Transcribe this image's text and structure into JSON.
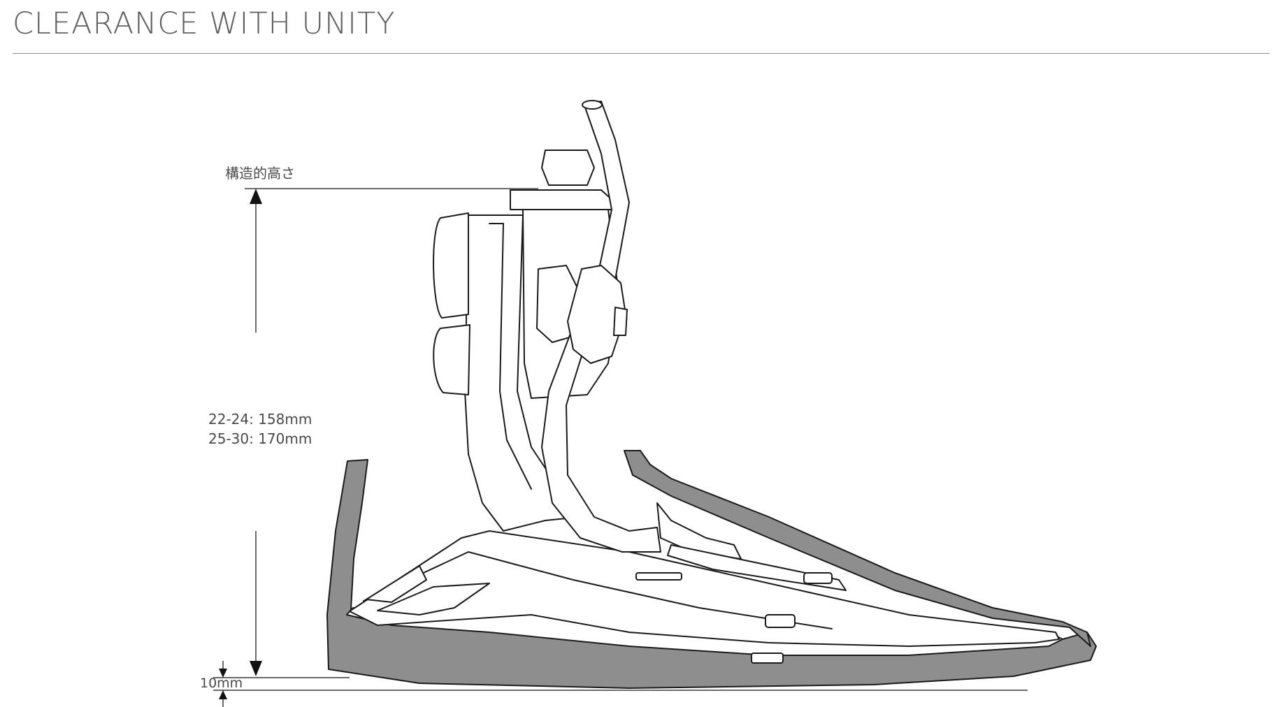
{
  "header": {
    "title": "CLEARANCE WITH UNITY"
  },
  "diagram": {
    "subject-icon": "prosthetic-foot-with-vacuum-tube-and-foot-shell",
    "height_label": "構造的高さ",
    "size_values": [
      "22-24: 158mm",
      "25-30: 170mm"
    ],
    "clearance_label": "10mm",
    "colors": {
      "line": "#1a1a1a",
      "shell_fill": "#8e8e8e",
      "dimension_line": "#3a3a3a"
    }
  }
}
